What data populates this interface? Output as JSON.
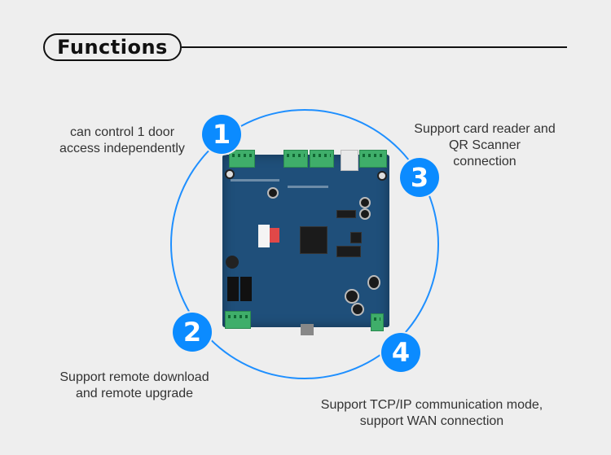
{
  "header": {
    "title": "Functions"
  },
  "colors": {
    "accent": "#0b8bff",
    "ring": "#1e8fff",
    "background": "#eeeeee",
    "text": "#333333"
  },
  "product_image": {
    "description": "access control board (PCB)"
  },
  "features": [
    {
      "number": "1",
      "lines": [
        "can control 1 door",
        "access independently"
      ]
    },
    {
      "number": "2",
      "lines": [
        "Support remote download",
        "and remote upgrade"
      ]
    },
    {
      "number": "3",
      "lines": [
        "Support card reader and",
        "QR Scanner",
        "connection"
      ]
    },
    {
      "number": "4",
      "lines": [
        "Support TCP/IP communication mode,",
        "support WAN connection"
      ]
    }
  ]
}
